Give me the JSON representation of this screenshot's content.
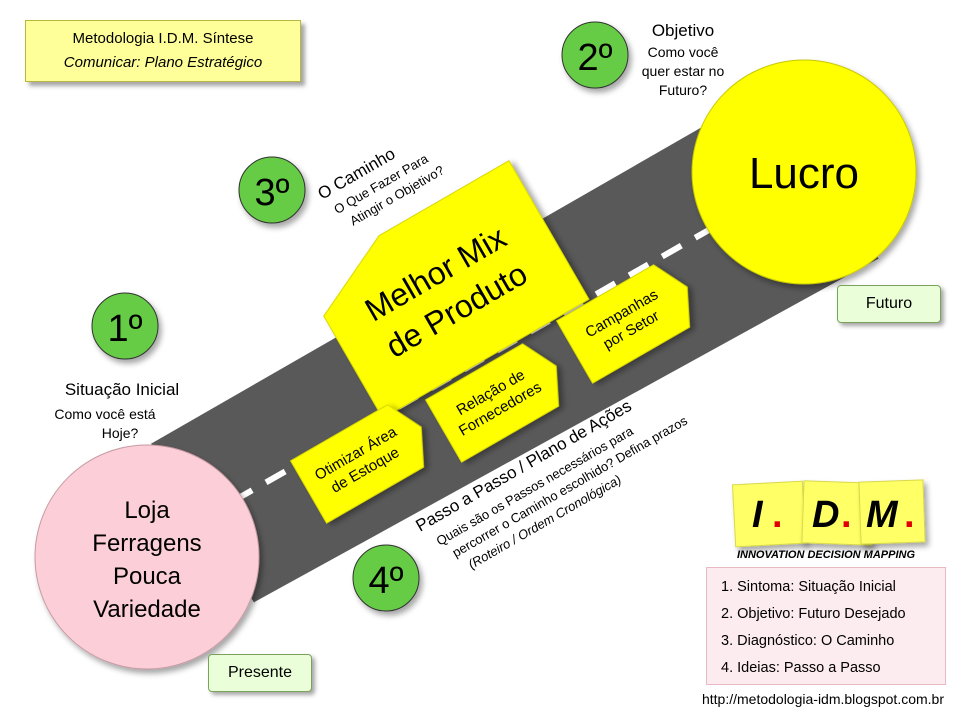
{
  "title_box": {
    "line1": "Metodologia I.D.M. Síntese",
    "line2": "Comunicar: Plano Estratégico"
  },
  "steps": {
    "step1": {
      "number": "1º",
      "title": "Situação Inicial",
      "question_1": "Como você está",
      "question_2": "Hoje?"
    },
    "step2": {
      "number": "2º",
      "title": "Objetivo",
      "question_1": "Como você",
      "question_2": "quer estar no",
      "question_3": "Futuro?"
    },
    "step3": {
      "number": "3º",
      "title": "O Caminho",
      "question_1": "O Que Fazer Para",
      "question_2": "Atingir o Objetivo?"
    },
    "step4": {
      "number": "4º",
      "title": "Passo a Passo / Plano de Ações",
      "line_1": "Quais são os Passos necessários para",
      "line_2": "percorrer o Caminho escolhido?  Defina prazos",
      "line_3": "(Roteiro / Ordem Cronológica)"
    }
  },
  "start_circle": {
    "line1": "Loja",
    "line2": "Ferragens",
    "line3": "Pouca",
    "line4": "Variedade"
  },
  "goal_circle": {
    "label": "Lucro"
  },
  "main_sign": {
    "line1": "Melhor Mix",
    "line2": "de Produto"
  },
  "signs": {
    "sign1": {
      "line1": "Otimizar Área",
      "line2": "de Estoque"
    },
    "sign2": {
      "line1": "Relação de",
      "line2": "Fornecedores"
    },
    "sign3": {
      "line1": "Campanhas",
      "line2": "por Setor"
    }
  },
  "tags": {
    "present": "Presente",
    "future": "Futuro"
  },
  "logo": {
    "letter_i": "I",
    "letter_d": "D",
    "letter_m": "M",
    "dot": ".",
    "tagline": "INNOVATION DECISION MAPPING"
  },
  "legend": [
    "1. Sintoma:  Situação Inicial",
    "2. Objetivo:  Futuro Desejado",
    "3. Diagnóstico:  O Caminho",
    "4. Ideias:  Passo a Passo"
  ],
  "url": "http://metodologia-idm.blogspot.com.br",
  "colors": {
    "road": "#595959",
    "road_edge": "#ffffff",
    "sign_yellow": "#ffff00",
    "goal_yellow": "#ffff00",
    "start_pink": "#fccfd8",
    "step_green": "#66cc44",
    "tag_green": "#eaffd9",
    "title_yellow": "#ffff99",
    "logo_yellow": "#ffff66",
    "logo_dot": "#e00000"
  }
}
